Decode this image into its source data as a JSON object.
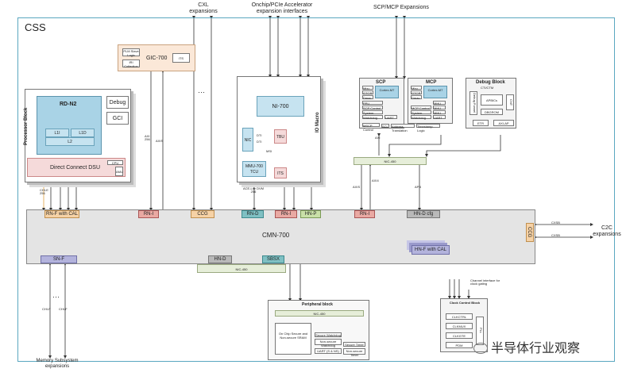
{
  "top_labels": {
    "cxl": "CXL expansions",
    "onchip": "Onchip/PCIe Accelerator expansion interfaces",
    "scp_mcp_exp": "SCP/MCP Expansions",
    "c2c": "C2C expansions",
    "mem": "Memory Subsystem expansions"
  },
  "css_label": "CSS",
  "gic": {
    "title": "GIC-700",
    "sub1": "PLM Slave Logic",
    "sub2": "ITS",
    "sub3": "IRI Collection"
  },
  "processor": {
    "side_label": "Processor Block",
    "core": "RD-N2",
    "l1i": "L1I",
    "l1d": "L1D",
    "l2": "L2",
    "debug": "Debug",
    "gci": "GCI",
    "dsu": "Direct Connect DSU",
    "cpu": "CPU",
    "amu": "AMU"
  },
  "io_macro": {
    "side_label": "IO Macro",
    "ni": "NI-700",
    "mmu": "MMU-700 TCU",
    "tbu": "TBU",
    "its": "ITS",
    "dti1": "DTI",
    "dti2": "DTI",
    "msi": "MSI",
    "acp": "ACE",
    "nic": "NIC"
  },
  "scp": {
    "title": "SCP",
    "cortex": "Cortex-M7",
    "tiny1": "Mhu",
    "tiny2": "GTCR",
    "tiny3": "Dmac",
    "tiny4": "PPU",
    "tiny5": "SCP Control",
    "tiny6": "System Timer",
    "tiny7": "Watchdog",
    "tiny8": "UART",
    "tiny9": "MSCP Control",
    "tiny10": "SCL",
    "tiny11": "Address Translation",
    "tiny12": "Timestamp Logic"
  },
  "mcp": {
    "title": "MCP",
    "cortex": "Cortex-M7",
    "tiny1": "Mhu",
    "tiny2": "GTCR",
    "tiny3": "Dmac",
    "tiny4": "MCP Control",
    "tiny5": "System Timer",
    "tiny6": "Watchdog",
    "tiny7": "UART",
    "mhu_items": [
      "MHU",
      "MHU",
      "MHU",
      "MHU",
      "MHU",
      "MHU",
      "MHU",
      "MHU"
    ]
  },
  "debug_block": {
    "title": "Debug Block",
    "cts": "CTI/CTM",
    "apbic": "APBICs",
    "dbgrom": "DBGROM",
    "etr": "ETR",
    "axiap": "AXI-AP",
    "dp": "Debug Funnel",
    "cnt": "CNT"
  },
  "nic450_top": "NIC-450",
  "bus_labels": {
    "axi256": "AXI 256",
    "axis": "AXIS",
    "axi": "AXI",
    "axi4": "AXI4",
    "apb": "APB",
    "axis2": "AXIS",
    "chi256": "CHI-E 256",
    "chi_f1": "CHI-F",
    "chi_f2": "CHI-F",
    "ace_lite": "ACE-Lite DVM 256",
    "cxsb1": "CXSB",
    "cxsb2": "CXSB",
    "apb_cal": "APB CAL"
  },
  "cmn": {
    "title": "CMN-700",
    "rnf_cal": "RN-F with CAL",
    "rni_1": "RN-I",
    "ccg": "CCG",
    "rnd": "RN-D",
    "rni_2": "RN-I",
    "hnp": "HN-P",
    "rni_3": "RN-I",
    "hnd_cfg": "HN-D cfg",
    "snf": "SN-F",
    "hnd": "HN-D",
    "sbsx": "SBSX",
    "hnf_cal": "HN-F with CAL",
    "ccg_right": "CCG"
  },
  "nic450_bottom": "NIC-450",
  "peripheral": {
    "title": "Peripheral block",
    "nic": "NIC-450",
    "onchip": "On Chip Secure and Non-secure SRAM",
    "secure_wd": "Secure Watchdog",
    "ns_wd": "Non-secure Watchdog",
    "uart": "UART (S & NS)",
    "s_timer": "Secure Timer",
    "ns_timer": "Non-secure Timer"
  },
  "clock_block": {
    "title": "Clock Control Block",
    "items": [
      "CLKCTRL",
      "CLKMUX",
      "CLKGTE",
      "PDM"
    ],
    "side": "PLL",
    "note": "Channel interface for clock gating"
  },
  "watermark": "半导体行业观察",
  "dots": "···"
}
